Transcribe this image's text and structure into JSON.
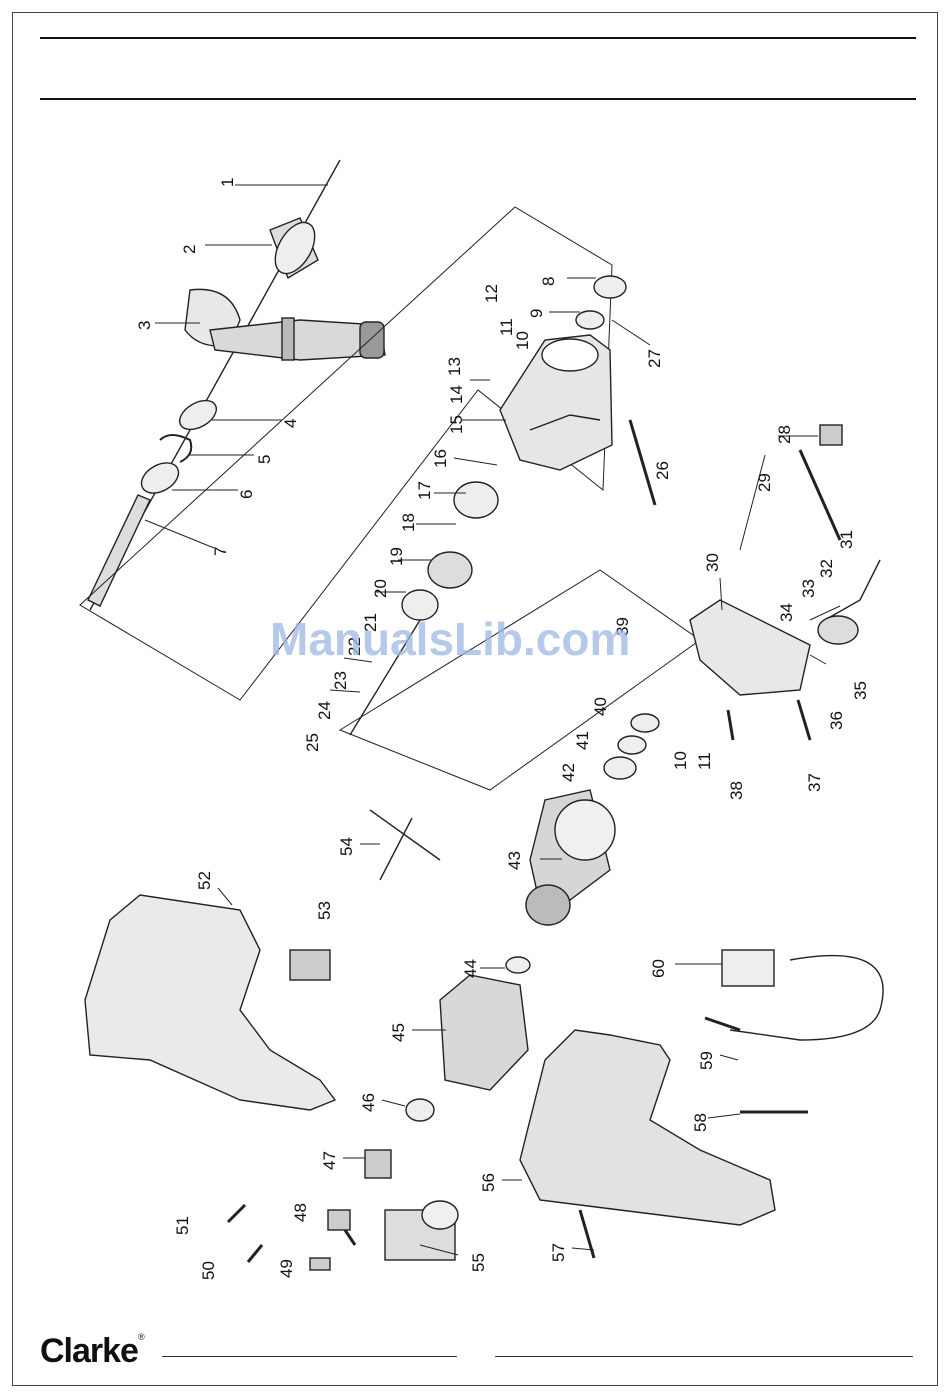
{
  "brand": {
    "logo_text": "Clarke",
    "logo_mark": "®"
  },
  "watermark": "ManualsLib.com",
  "parts": [
    "1",
    "2",
    "3",
    "4",
    "5",
    "6",
    "7",
    "8",
    "9",
    "10",
    "11",
    "12",
    "13",
    "14",
    "15",
    "16",
    "17",
    "18",
    "19",
    "20",
    "21",
    "22",
    "23",
    "24",
    "25",
    "26",
    "27",
    "28",
    "29",
    "30",
    "31",
    "32",
    "33",
    "34",
    "35",
    "36",
    "37",
    "38",
    "39",
    "10",
    "11",
    "40",
    "41",
    "42",
    "43",
    "44",
    "45",
    "46",
    "47",
    "48",
    "49",
    "50",
    "51",
    "52",
    "53",
    "54",
    "55",
    "56",
    "57",
    "58",
    "59",
    "60"
  ]
}
